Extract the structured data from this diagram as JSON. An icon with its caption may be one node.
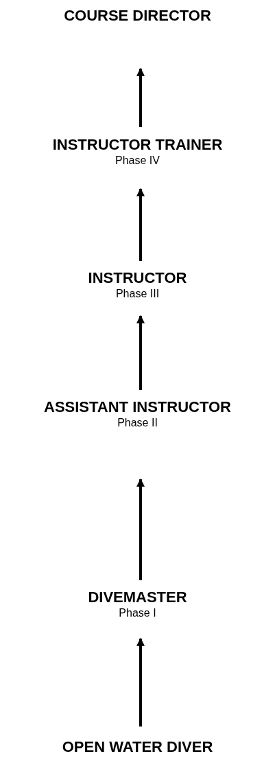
{
  "diagram": {
    "nodes": [
      {
        "text": [
          "COURSE DIRECTOR"
        ]
      },
      {
        "text": [
          "INSTRUCTOR TRAINER",
          "Phase IV"
        ]
      },
      {
        "text": [
          "INSTRUCTOR",
          "Phase III"
        ]
      },
      {
        "text": [
          "ASSISTANT INSTRUCTOR",
          "Phase II"
        ]
      },
      {
        "text": [
          "DIVEMASTER",
          "Phase I"
        ]
      },
      {
        "text": [
          "OPEN WATER DIVER"
        ]
      }
    ],
    "edges": [
      {
        "from": 5,
        "to": 4,
        "arrow": "to"
      },
      {
        "from": 4,
        "to": 3,
        "arrow": "to"
      },
      {
        "from": 3,
        "to": 2,
        "arrow": "to"
      },
      {
        "from": 2,
        "to": 1,
        "arrow": "to"
      },
      {
        "from": 1,
        "to": 0,
        "arrow": "to"
      }
    ]
  }
}
